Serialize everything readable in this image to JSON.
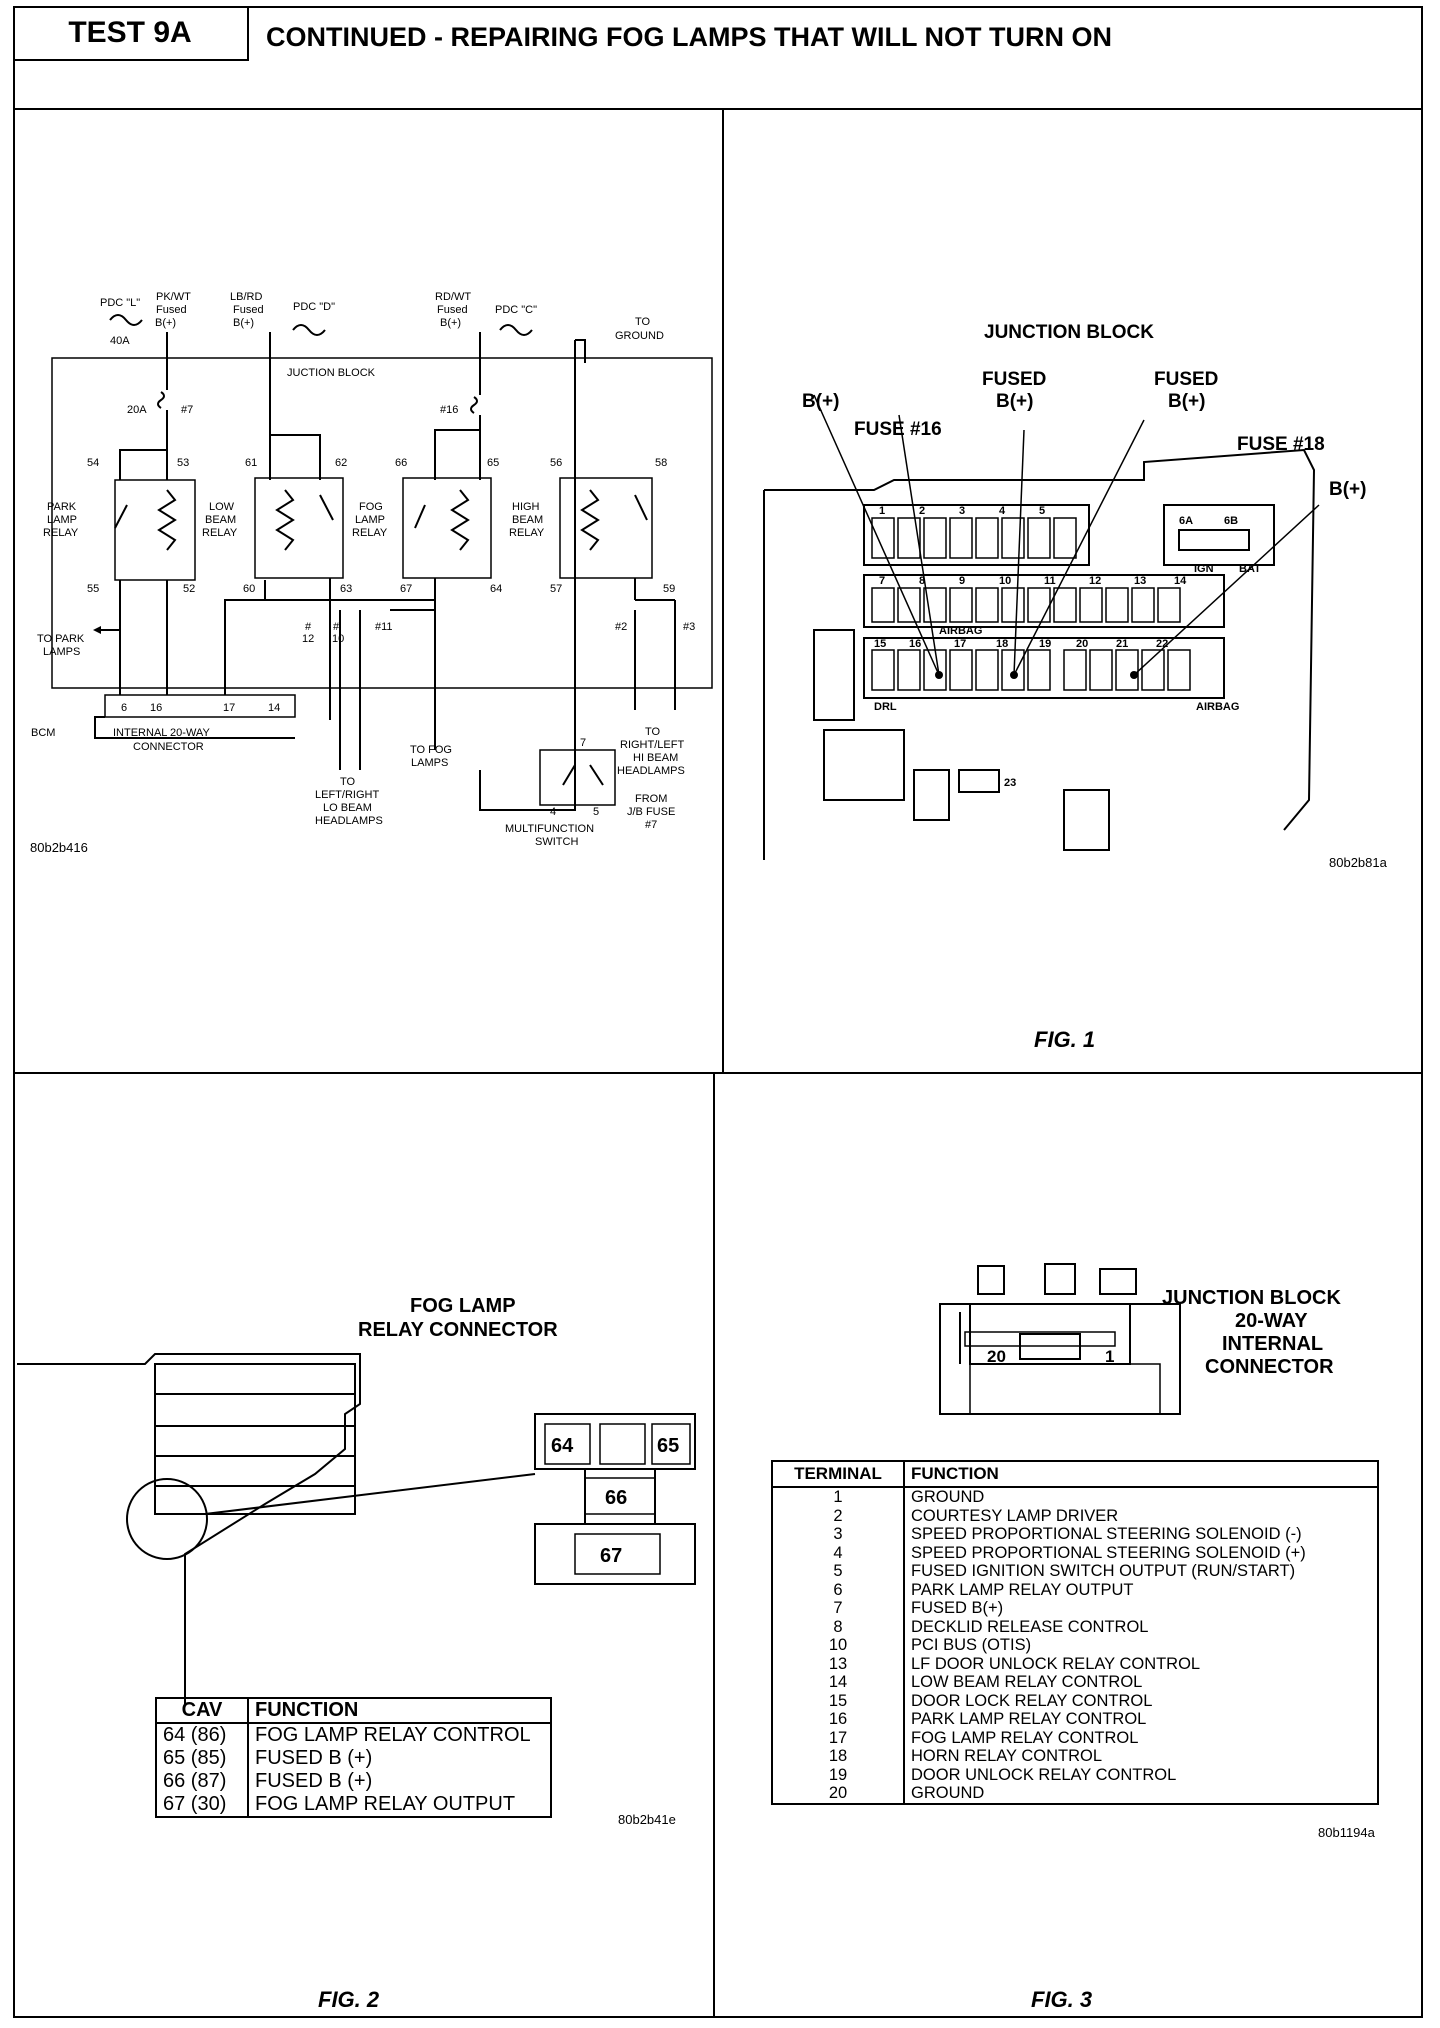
{
  "header": {
    "test_label": "TEST 9A",
    "title": "CONTINUED - REPAIRING FOG LAMPS THAT WILL NOT TURN ON"
  },
  "schematic": {
    "code": "80b2b416",
    "pdc_l": "PDC \"L\"",
    "amp_40": "40A",
    "pk_wt": "PK/WT",
    "fused": "Fused",
    "bplus": "B(+)",
    "lb_rd": "LB/RD",
    "pdc_d": "PDC \"D\"",
    "rd_wt": "RD/WT",
    "pdc_c": "PDC \"C\"",
    "to": "TO",
    "ground": "GROUND",
    "junction_block": "JUCTION BLOCK",
    "amp_20": "20A",
    "fuse_7": "#7",
    "fuse_16": "#16",
    "park_relay": [
      "PARK",
      "LAMP",
      "RELAY"
    ],
    "low_relay": [
      "LOW",
      "BEAM",
      "RELAY"
    ],
    "fog_relay": [
      "FOG",
      "LAMP",
      "RELAY"
    ],
    "high_relay": [
      "HIGH",
      "BEAM",
      "RELAY"
    ],
    "pins": [
      "54",
      "53",
      "61",
      "62",
      "66",
      "65",
      "56",
      "58",
      "55",
      "52",
      "60",
      "63",
      "67",
      "64",
      "57",
      "59"
    ],
    "fuse_12_label": "12",
    "fuse_10_label": "10",
    "hash": "#",
    "fuse_11": "#11",
    "fuse_2": "#2",
    "fuse_3": "#3",
    "to_park_lamps": [
      "TO PARK",
      "LAMPS"
    ],
    "connector_pins": [
      "6",
      "16",
      "17",
      "14"
    ],
    "bcm": "BCM",
    "internal_connector": [
      "INTERNAL 20-WAY",
      "CONNECTOR"
    ],
    "to_fog_lamps": [
      "TO FOG",
      "LAMPS"
    ],
    "to_lo_beam": [
      "TO",
      "LEFT/RIGHT",
      "LO BEAM",
      "HEADLAMPS"
    ],
    "to_hi_beam": [
      "TO",
      "RIGHT/LEFT",
      "HI BEAM",
      "HEADLAMPS"
    ],
    "switch_pins": [
      "7",
      "4",
      "5"
    ],
    "from_fuse": [
      "FROM",
      "J/B FUSE",
      "#7"
    ],
    "multifunction_switch": [
      "MULTIFUNCTION",
      "SWITCH"
    ]
  },
  "fig1": {
    "caption": "FIG. 1",
    "code": "80b2b81a",
    "title": "JUNCTION BLOCK",
    "fused_bplus_1": [
      "FUSED",
      "B(+)"
    ],
    "fused_bplus_2": [
      "FUSED",
      "B(+)"
    ],
    "bplus_left": "B(+)",
    "bplus_right": "B(+)",
    "fuse_16": "FUSE #16",
    "fuse_18": "FUSE #18",
    "fuse_numbers_row1": [
      "1",
      "2",
      "3",
      "4",
      "5",
      "6A",
      "6B"
    ],
    "fuse_numbers_row2": [
      "7",
      "8",
      "9",
      "10",
      "11",
      "12",
      "13",
      "14"
    ],
    "fuse_numbers_row3": [
      "15",
      "16",
      "17",
      "18",
      "19",
      "20",
      "21",
      "22"
    ],
    "ign": "IGN",
    "bat": "BAT",
    "airbag_1": "AIRBAG",
    "airbag_2": "AIRBAG",
    "drl": "DRL",
    "n23": "23"
  },
  "fig2": {
    "caption": "FIG. 2",
    "code": "80b2b41e",
    "title": [
      "FOG LAMP",
      "RELAY CONNECTOR"
    ],
    "cavities": [
      "64",
      "65",
      "66",
      "67"
    ],
    "table_headers": [
      "CAV",
      "FUNCTION"
    ],
    "rows": [
      {
        "cav": "64 (86)",
        "fn": "FOG LAMP RELAY CONTROL"
      },
      {
        "cav": "65 (85)",
        "fn": "FUSED B (+)"
      },
      {
        "cav": "66 (87)",
        "fn": "FUSED B (+)"
      },
      {
        "cav": "67 (30)",
        "fn": "FOG LAMP RELAY OUTPUT"
      }
    ]
  },
  "fig3": {
    "caption": "FIG. 3",
    "code": "80b1194a",
    "title": [
      "JUNCTION BLOCK",
      "20-WAY",
      "INTERNAL",
      "CONNECTOR"
    ],
    "pin_20": "20",
    "pin_1": "1",
    "table_headers": [
      "TERMINAL",
      "FUNCTION"
    ],
    "rows": [
      {
        "t": "1",
        "fn": "GROUND"
      },
      {
        "t": "2",
        "fn": "COURTESY LAMP DRIVER"
      },
      {
        "t": "3",
        "fn": "SPEED PROPORTIONAL STEERING SOLENOID (-)"
      },
      {
        "t": "4",
        "fn": "SPEED PROPORTIONAL STEERING SOLENOID (+)"
      },
      {
        "t": "5",
        "fn": "FUSED IGNITION SWITCH OUTPUT (RUN/START)"
      },
      {
        "t": "6",
        "fn": "PARK LAMP RELAY OUTPUT"
      },
      {
        "t": "7",
        "fn": "FUSED B(+)"
      },
      {
        "t": "8",
        "fn": "DECKLID RELEASE CONTROL"
      },
      {
        "t": "10",
        "fn": "PCI BUS (OTIS)"
      },
      {
        "t": "13",
        "fn": "LF DOOR UNLOCK RELAY CONTROL"
      },
      {
        "t": "14",
        "fn": "LOW BEAM RELAY CONTROL"
      },
      {
        "t": "15",
        "fn": "DOOR LOCK RELAY CONTROL"
      },
      {
        "t": "16",
        "fn": "PARK LAMP RELAY CONTROL"
      },
      {
        "t": "17",
        "fn": "FOG LAMP RELAY CONTROL"
      },
      {
        "t": "18",
        "fn": "HORN RELAY CONTROL"
      },
      {
        "t": "19",
        "fn": "DOOR UNLOCK RELAY CONTROL"
      },
      {
        "t": "20",
        "fn": "GROUND"
      }
    ]
  }
}
